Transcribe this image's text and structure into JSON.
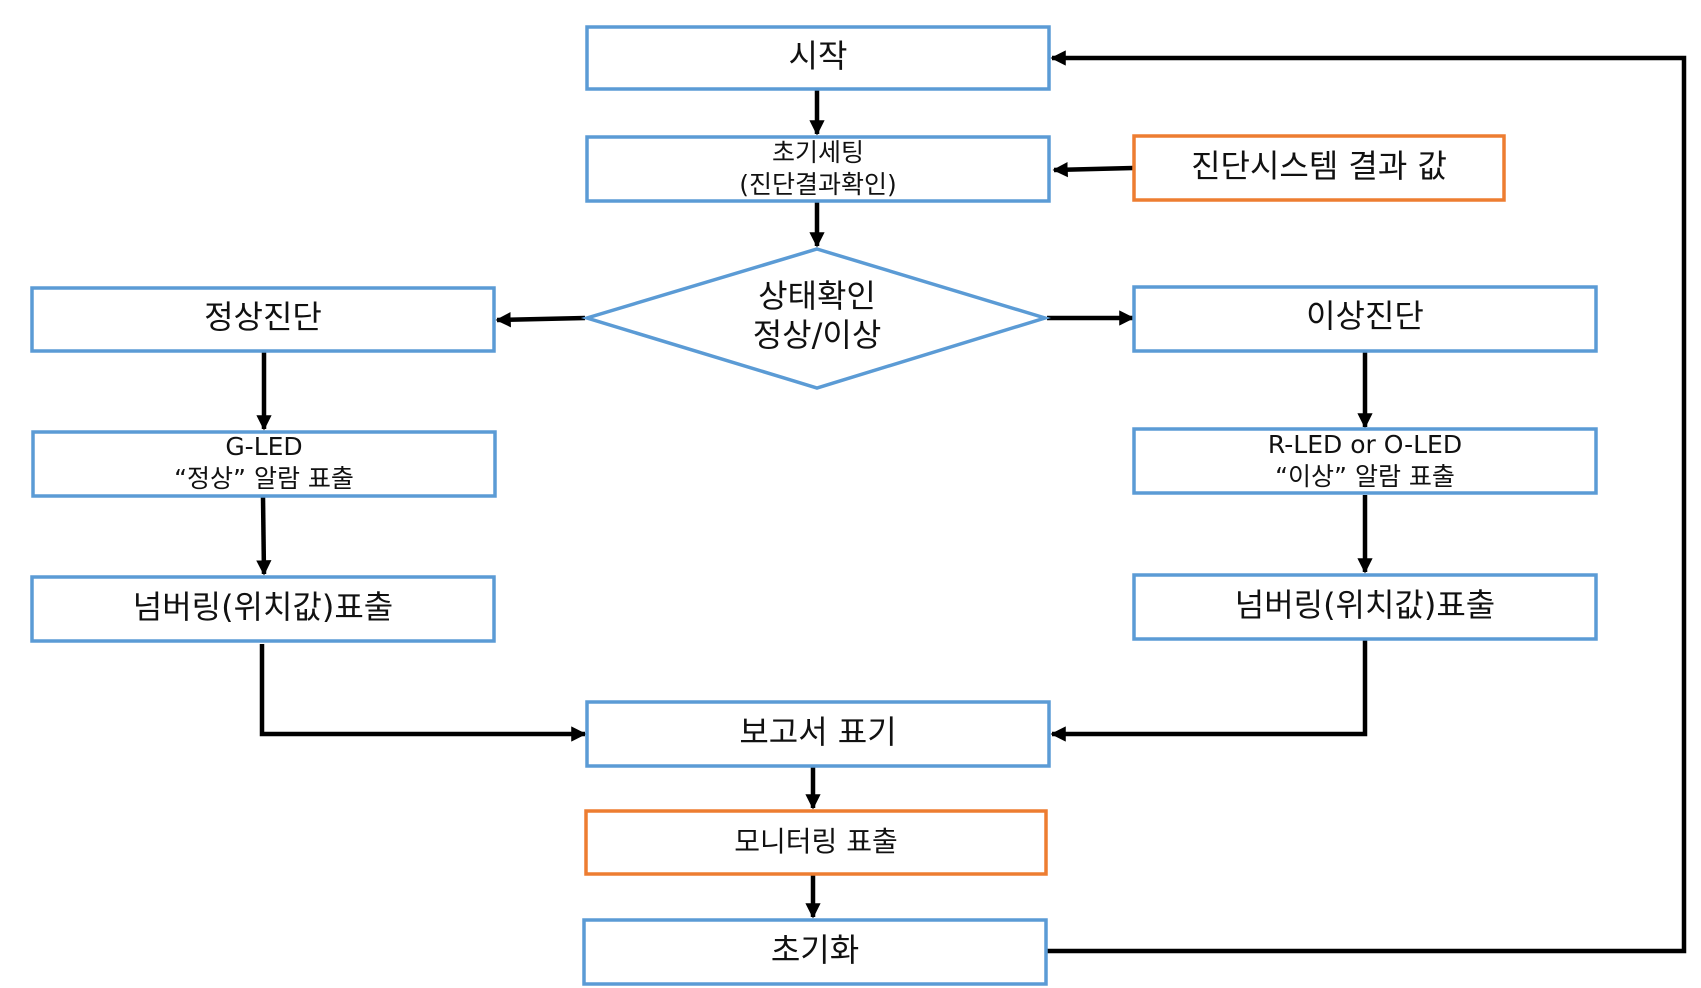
{
  "nodes": {
    "start": {
      "label": "시작"
    },
    "init_setting": {
      "line1": "초기세팅",
      "line2": "(진단결과확인)"
    },
    "diag_result": {
      "label": "진단시스템 결과 값"
    },
    "status_check": {
      "line1": "상태확인",
      "line2": "정상/이상"
    },
    "normal_diag": {
      "label": "정상진단"
    },
    "abnormal_diag": {
      "label": "이상진단"
    },
    "g_led": {
      "line1": "G-LED",
      "line2": "“정상” 알람 표출"
    },
    "r_led": {
      "line1": "R-LED or O-LED",
      "line2": "“이상” 알람 표출"
    },
    "numbering_left": {
      "label": "넘버링(위치값)표출"
    },
    "numbering_right": {
      "label": "넘버링(위치값)표출"
    },
    "report": {
      "label": "보고서 표기"
    },
    "monitoring": {
      "label": "모니터링 표출"
    },
    "reset": {
      "label": "초기화"
    }
  },
  "colors": {
    "process": "#5B9BD5",
    "external": "#ED7D31",
    "connector": "#000000"
  }
}
